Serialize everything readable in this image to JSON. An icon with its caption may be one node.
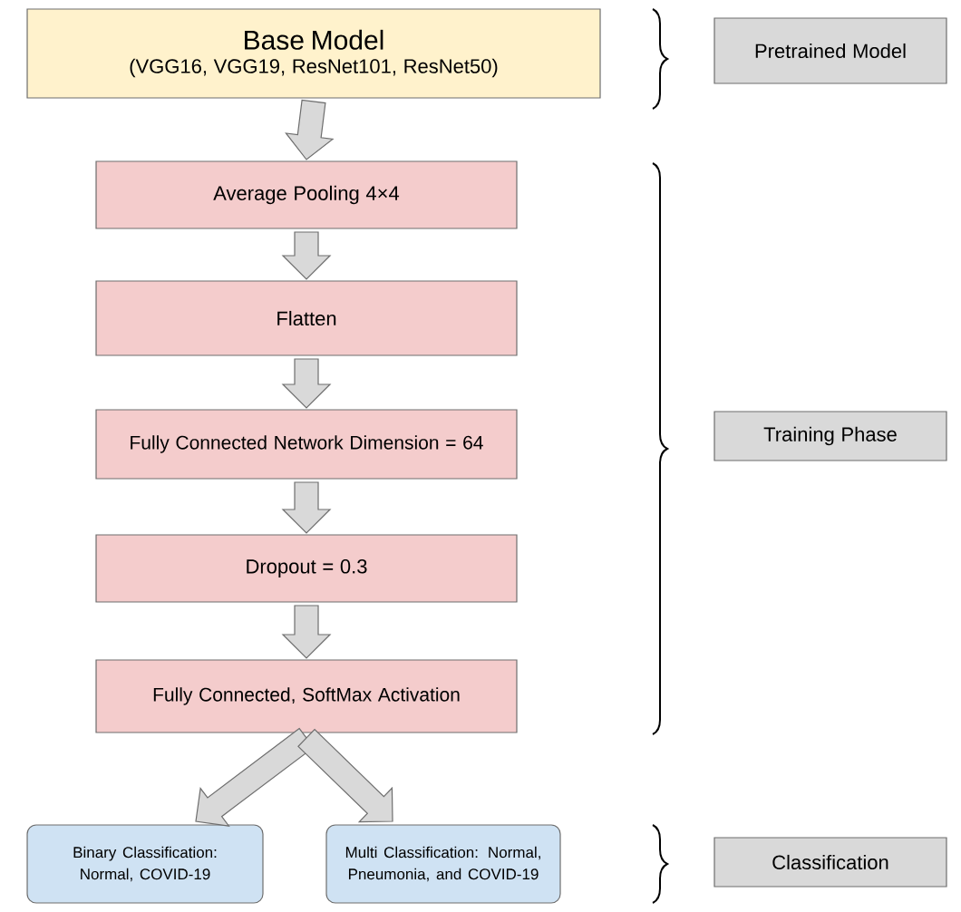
{
  "diagram": {
    "nodes": [
      {
        "text": [
          "Base Model",
          "(VGG16, VGG19, ResNet101, ResNet50)"
        ]
      },
      {
        "text": [
          "Average Pooling 4×4"
        ]
      },
      {
        "text": [
          "Flatten"
        ]
      },
      {
        "text": [
          "Fully Connected Network Dimension = 64"
        ]
      },
      {
        "text": [
          "Dropout = 0.3"
        ]
      },
      {
        "text": [
          "Fully Connected, SoftMax Activation"
        ]
      },
      {
        "text": [
          "Binary Classification: Normal, COVID-19"
        ]
      },
      {
        "text": [
          "Multi Classification: Normal, Pneumonia, and COVID-19"
        ]
      },
      {
        "text": [
          "Pretrained Model"
        ]
      },
      {
        "text": [
          "Training Phase"
        ]
      },
      {
        "text": [
          "Classification"
        ]
      }
    ],
    "edges": [
      {
        "from": 0,
        "to": 1,
        "arrow": "to"
      },
      {
        "from": 1,
        "to": 2,
        "arrow": "to"
      },
      {
        "from": 2,
        "to": 3,
        "arrow": "to"
      },
      {
        "from": 3,
        "to": 4,
        "arrow": "to"
      },
      {
        "from": 4,
        "to": 5,
        "arrow": "to"
      },
      {
        "from": 5,
        "to": 6,
        "arrow": "to"
      },
      {
        "from": 5,
        "to": 7,
        "arrow": "to"
      }
    ]
  }
}
